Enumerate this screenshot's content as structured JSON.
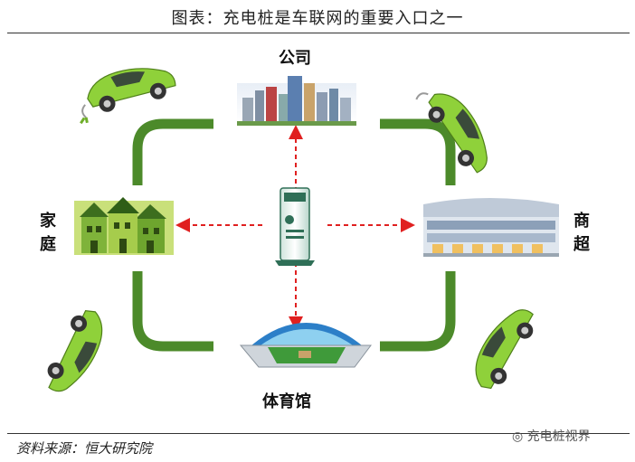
{
  "header": {
    "title": "图表：充电桩是车联网的重要入口之一"
  },
  "nodes": {
    "company": "公司",
    "home": "家庭",
    "mall": "商超",
    "stadium": "体育馆"
  },
  "footer": {
    "source": "资料来源：恒大研究院",
    "watermark": "充电桩视界"
  },
  "colors": {
    "loop_green": "#4c8a2a",
    "arrow_red": "#e02020",
    "car_green": "#8fd13a"
  }
}
